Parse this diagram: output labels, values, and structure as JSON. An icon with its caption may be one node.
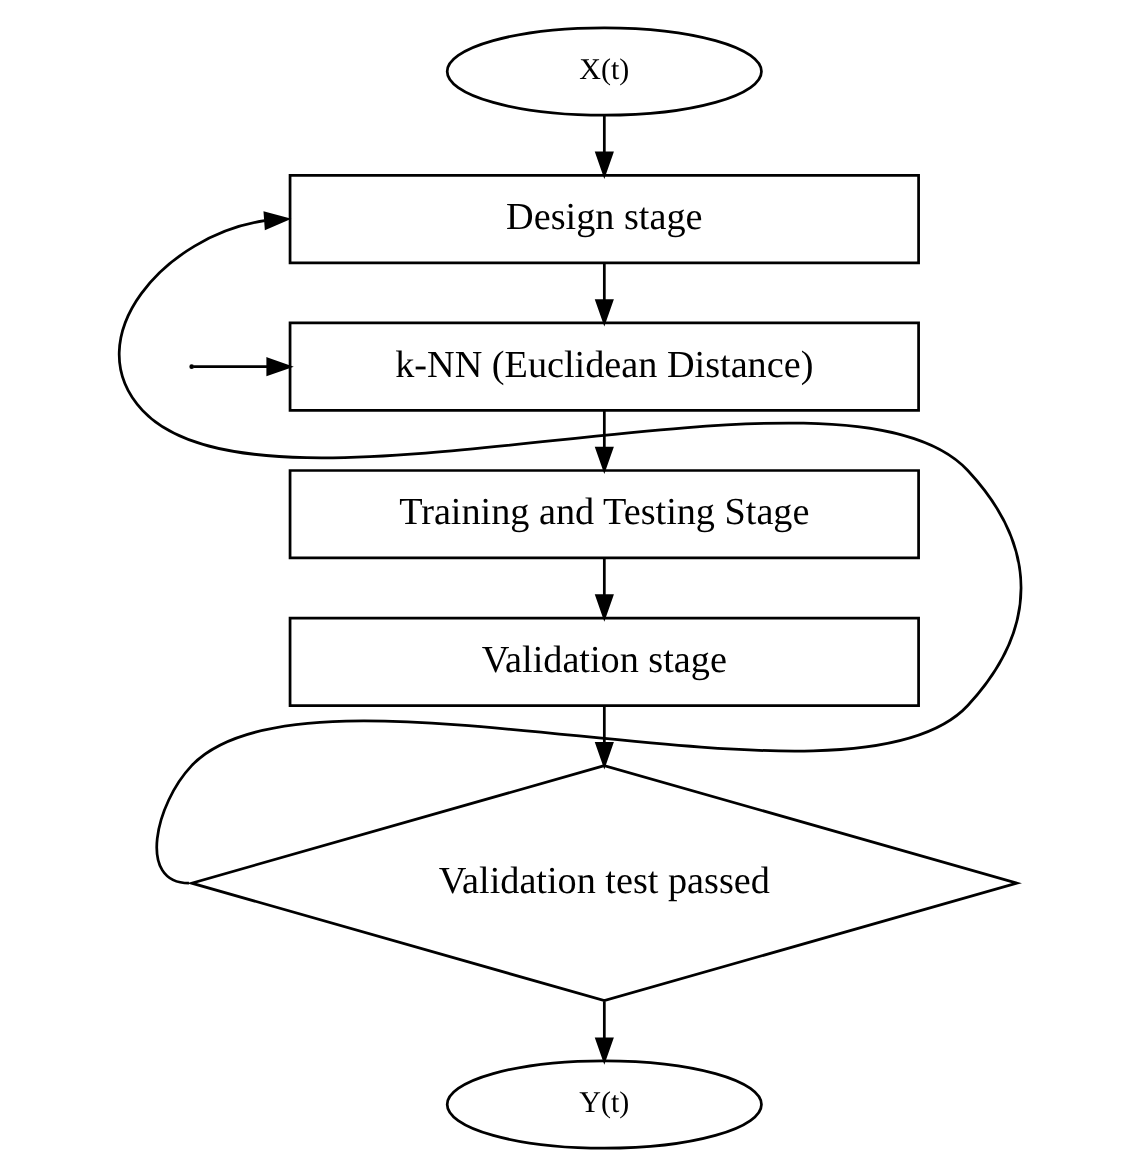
{
  "diagram": {
    "nodes": [
      {
        "text": [
          "X(t)"
        ]
      },
      {
        "text": [
          "Design stage"
        ]
      },
      {
        "text": [
          "k-NN (Euclidean Distance)"
        ]
      },
      {
        "text": [
          "Training and Testing Stage"
        ]
      },
      {
        "text": [
          "Validation stage"
        ]
      },
      {
        "text": [
          "Validation test passed"
        ]
      },
      {
        "text": [
          "Y(t)"
        ]
      }
    ],
    "edges": [
      {
        "from": 0,
        "to": 1,
        "arrow": "to"
      },
      {
        "from": 1,
        "to": 2,
        "arrow": "to"
      },
      {
        "from": 2,
        "to": 3,
        "arrow": "to"
      },
      {
        "from": 3,
        "to": 4,
        "arrow": "to"
      },
      {
        "from": 4,
        "to": 5,
        "arrow": "to"
      },
      {
        "from": 5,
        "to": 6,
        "arrow": "to"
      },
      {
        "from": 5,
        "to": 1,
        "arrow": "to"
      },
      {
        "from": null,
        "to": 2,
        "arrow": "to"
      }
    ]
  }
}
